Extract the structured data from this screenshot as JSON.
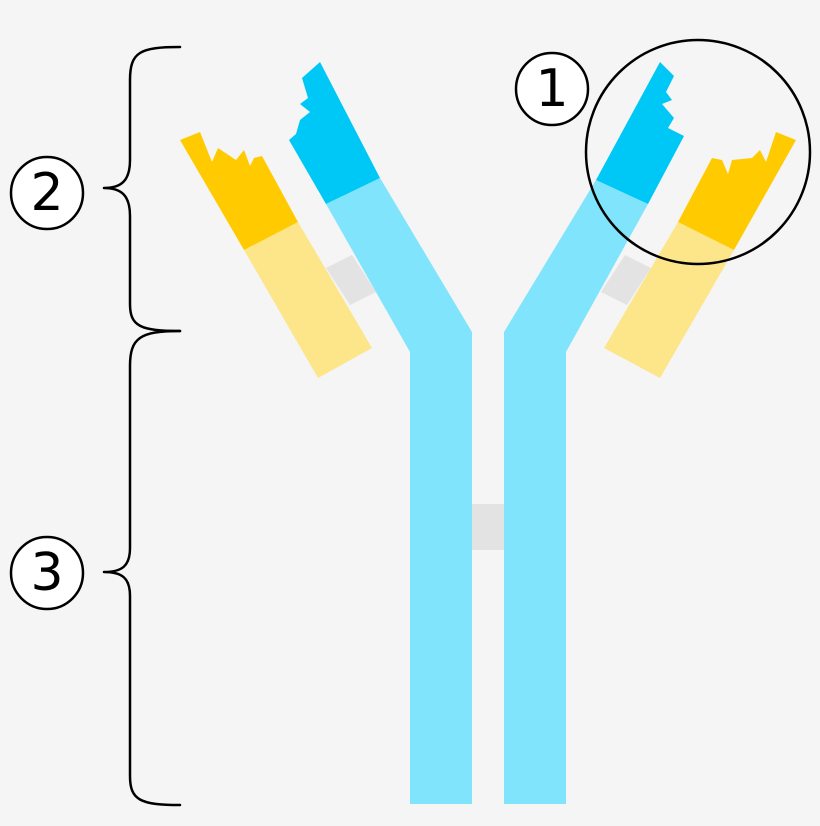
{
  "labels": {
    "one": "1",
    "two": "2",
    "three": "3"
  },
  "colors": {
    "background": "#f5f5f5",
    "heavy_chain_variable": "#00c8f6",
    "heavy_chain_constant": "#80e4fc",
    "light_chain_variable": "#ffcb00",
    "light_chain_constant": "#fde589",
    "disulfide_bond": "#e3e3e3",
    "outline": "#000000"
  }
}
